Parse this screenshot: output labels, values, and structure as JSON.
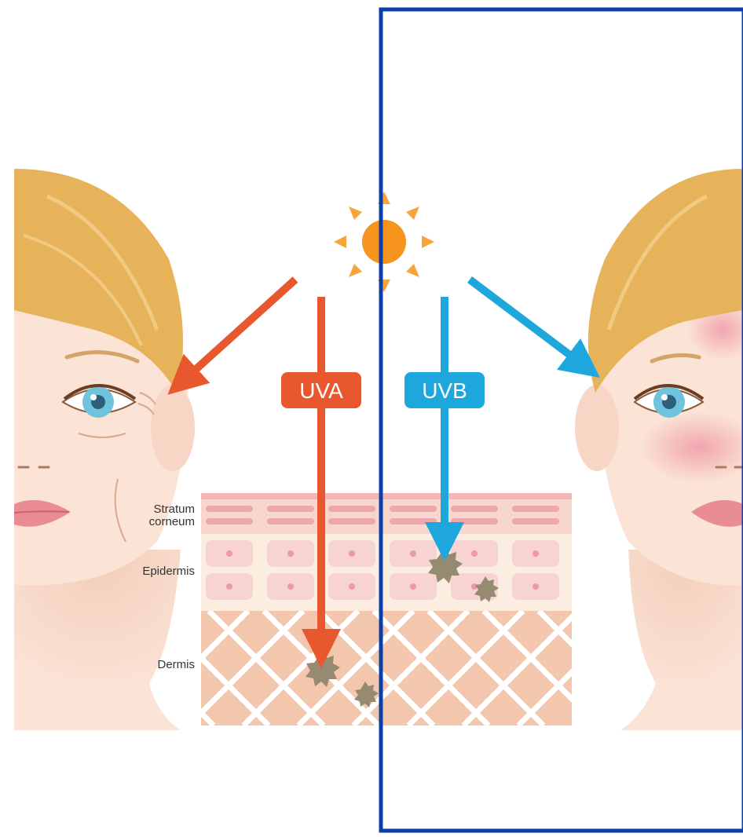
{
  "labels": {
    "uva": "UVA",
    "uvb": "UVB",
    "stratum_line1": "Stratum",
    "stratum_line2": "corneum",
    "epidermis": "Epidermis",
    "dermis": "Dermis"
  },
  "colors": {
    "uva": "#e8572e",
    "uvb": "#1ea7dc",
    "sun": "#f7941d",
    "hair": "#e6b25a",
    "skin": "#fbe3d6",
    "blemish": "#968a70",
    "highlight_box": "#0b3ea8"
  },
  "icons": [
    "sun-icon",
    "uva-arrow-icon",
    "uvb-arrow-icon",
    "damage-spot-icon"
  ]
}
